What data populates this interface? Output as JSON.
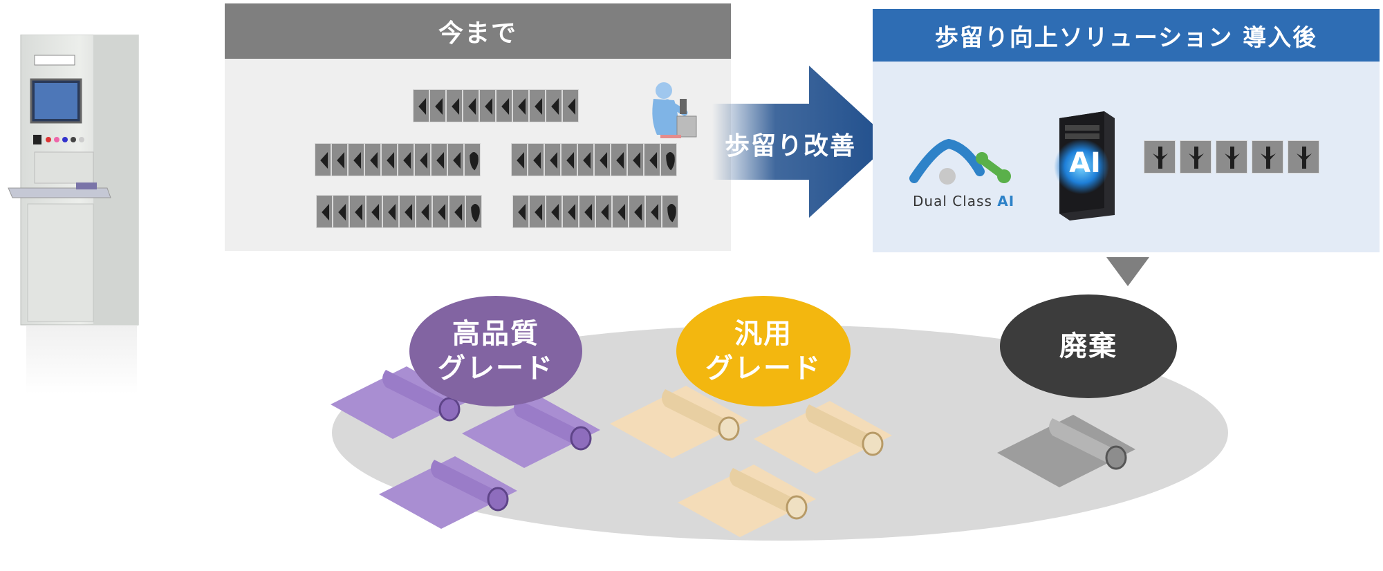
{
  "before": {
    "header": "今まで"
  },
  "arrow": {
    "label": "歩留り改善"
  },
  "after": {
    "header": "歩留り向上ソリューション 導入後",
    "logo": {
      "text_main": "Dual Class ",
      "text_accent": "AI"
    },
    "server_badge": "AI"
  },
  "grades": {
    "high_quality": {
      "line1": "高品質",
      "line2": "グレード"
    },
    "general": {
      "line1": "汎用",
      "line2": "グレード"
    },
    "waste": {
      "label": "廃棄"
    }
  },
  "colors": {
    "before_header": "#7f7f7f",
    "after_header": "#2e6db4",
    "arrow": "#1f4e8c",
    "high_quality": "#8264a2",
    "general": "#f3b70f",
    "waste": "#3c3c3c",
    "logo_blue": "#2e82c8",
    "logo_green": "#5ab04a"
  },
  "icons": {
    "machine": "inspection-machine-icon",
    "scientist": "microscope-scientist-icon",
    "server": "ai-server-icon",
    "film_roll": "film-roll-icon"
  }
}
